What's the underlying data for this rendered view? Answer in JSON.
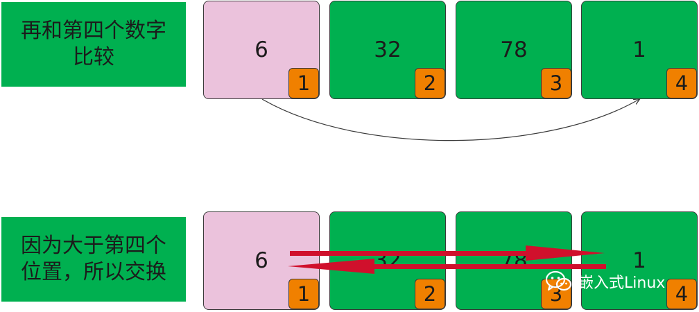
{
  "top": {
    "label_lines": [
      "再和第四个数字",
      "比较"
    ],
    "cells": [
      {
        "value": "6",
        "index": "1",
        "highlight": true
      },
      {
        "value": "32",
        "index": "2",
        "highlight": false
      },
      {
        "value": "78",
        "index": "3",
        "highlight": false
      },
      {
        "value": "1",
        "index": "4",
        "highlight": false
      }
    ]
  },
  "bottom": {
    "label_lines": [
      "因为大于第四个",
      "位置，所以交换"
    ],
    "cells": [
      {
        "value": "6",
        "index": "1",
        "highlight": true
      },
      {
        "value": "32",
        "index": "2",
        "highlight": false
      },
      {
        "value": "78",
        "index": "3",
        "highlight": false
      },
      {
        "value": "1",
        "index": "4",
        "highlight": false
      }
    ]
  },
  "watermark": {
    "text": "嵌入式Linux",
    "icon": "wechat-icon"
  },
  "colors": {
    "cell_green": "#00b050",
    "cell_pink": "#ebc2dc",
    "badge_orange": "#f08000",
    "swap_arrow_red": "#d0102c",
    "compare_arrow": "#3a3a3a"
  }
}
